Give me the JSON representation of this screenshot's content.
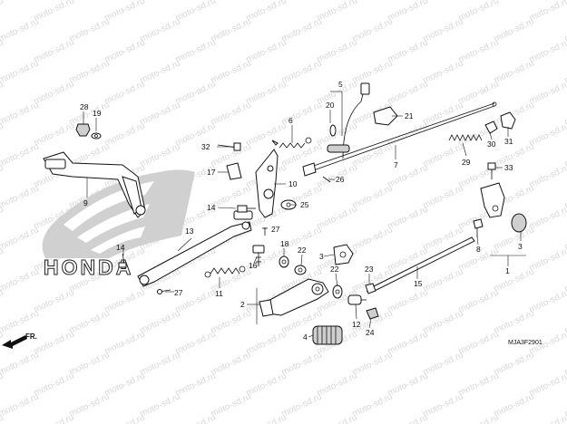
{
  "watermark_text": "moto-sd.ru",
  "brand_text": "HONDA",
  "direction_label": "FR.",
  "diagram_ref": "MJA3F2901",
  "callouts": {
    "c1": "1",
    "c2": "2",
    "c3a": "3",
    "c3b": "3",
    "c4": "4",
    "c5": "5",
    "c6": "6",
    "c7": "7",
    "c8": "8",
    "c9": "9",
    "c10": "10",
    "c11": "11",
    "c12": "12",
    "c13": "13",
    "c14a": "14",
    "c14b": "14",
    "c15": "15",
    "c16": "16",
    "c17": "17",
    "c18": "18",
    "c19": "19",
    "c20": "20",
    "c21": "21",
    "c22a": "22",
    "c22b": "22",
    "c23": "23",
    "c24": "24",
    "c25": "25",
    "c26": "26",
    "c27a": "27",
    "c27b": "27",
    "c28": "28",
    "c29": "29",
    "c30": "30",
    "c31": "31",
    "c32": "32",
    "c33": "33"
  },
  "colors": {
    "line": "#111111",
    "watermark": "#d8d8d8",
    "wing": "#c8c8c8"
  }
}
